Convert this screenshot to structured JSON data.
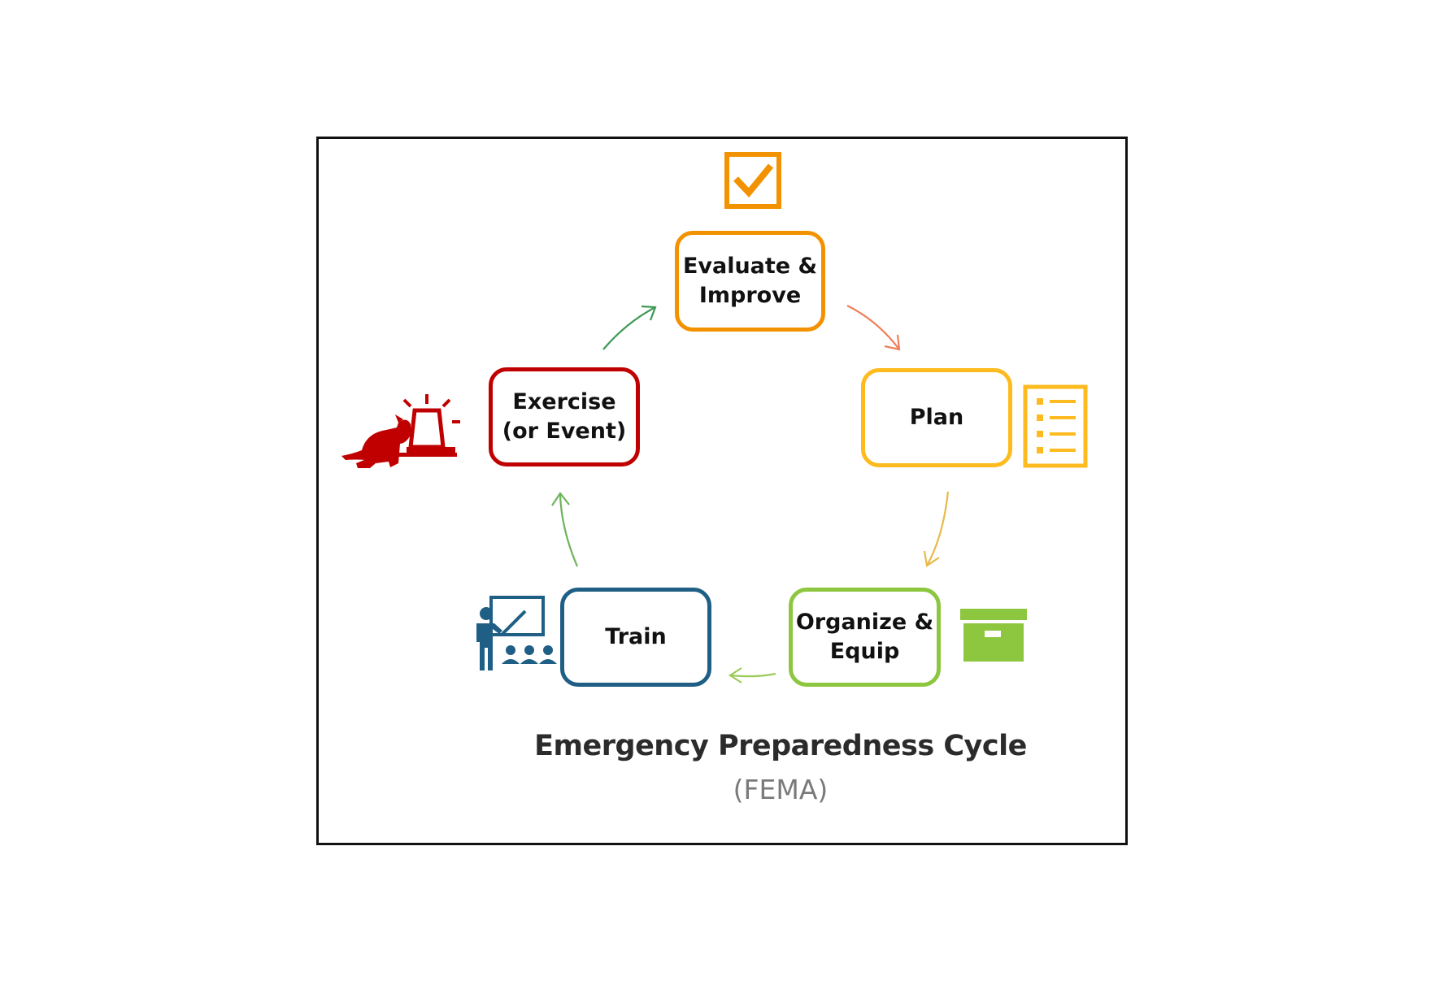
{
  "title": "Emergency Preparedness Cycle",
  "subtitle": "(FEMA)",
  "nodes": {
    "evaluate": {
      "label": "Evaluate &\nImprove",
      "color": "#F39200"
    },
    "plan": {
      "label": "Plan",
      "color": "#FDBB1F"
    },
    "organize": {
      "label": "Organize &\nEquip",
      "color": "#8DC63F"
    },
    "train": {
      "label": "Train",
      "color": "#1F5F85"
    },
    "exercise": {
      "label": "Exercise\n(or Event)",
      "color": "#C00000"
    }
  },
  "arrows": [
    {
      "from": "evaluate",
      "to": "plan",
      "color": "#F07F5A"
    },
    {
      "from": "plan",
      "to": "organize",
      "color": "#E9B949"
    },
    {
      "from": "organize",
      "to": "train",
      "color": "#9CCB5B"
    },
    {
      "from": "train",
      "to": "exercise",
      "color": "#6DB35B"
    },
    {
      "from": "exercise",
      "to": "evaluate",
      "color": "#3E9A55"
    }
  ],
  "icons": {
    "evaluate": "checkbox-check-icon",
    "plan": "checklist-icon",
    "organize": "storage-box-icon",
    "train": "teacher-classroom-icon",
    "exercise": "cat-alarm-siren-icon"
  }
}
